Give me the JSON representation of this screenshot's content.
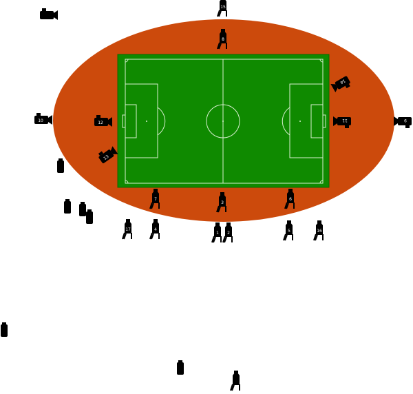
{
  "colors": {
    "background": "#ffffff",
    "track": "#cc4a0c",
    "pitch": "#0f8a00",
    "pitch_border": "#0a6b00",
    "lines": "#d8f0d0",
    "camera": "#000000",
    "camera_label": "#ffffff"
  },
  "cameras": [
    {
      "id": "1",
      "label": "1",
      "type": "tripod-camera"
    },
    {
      "id": "2",
      "label": "2",
      "type": "tripod-camera"
    },
    {
      "id": "3",
      "label": "3",
      "type": "tripod-camera"
    },
    {
      "id": "4",
      "label": "4",
      "type": "tripod-camera"
    },
    {
      "id": "5",
      "label": "5",
      "type": "tripod-camera"
    },
    {
      "id": "6",
      "label": "6",
      "type": "tripod-camera"
    },
    {
      "id": "7",
      "label": "7",
      "type": "tripod-camera"
    },
    {
      "id": "8",
      "label": "8",
      "type": "tripod-camera"
    },
    {
      "id": "9",
      "label": "9",
      "type": "handheld-camera"
    },
    {
      "id": "10",
      "label": "10",
      "type": "handheld-camera"
    },
    {
      "id": "11",
      "label": "11",
      "type": "handheld-camera"
    },
    {
      "id": "12",
      "label": "12",
      "type": "handheld-camera"
    },
    {
      "id": "13",
      "label": "13",
      "type": "handheld-camera"
    },
    {
      "id": "14",
      "label": "14",
      "type": "handheld-camera"
    },
    {
      "id": "15",
      "label": "15",
      "type": "tripod-camera"
    },
    {
      "id": "16",
      "label": "16",
      "type": "tripod-camera"
    },
    {
      "id": "17",
      "label": "17",
      "type": "tripod-camera"
    }
  ],
  "spare_cameras": [
    {
      "id": "spare-a",
      "type": "handheld-camera"
    },
    {
      "id": "spare-b",
      "type": "canister-camera"
    },
    {
      "id": "spare-c",
      "type": "canister-camera"
    },
    {
      "id": "spare-d",
      "type": "canister-camera"
    },
    {
      "id": "spare-e",
      "type": "canister-camera"
    },
    {
      "id": "spare-f",
      "type": "canister-camera"
    },
    {
      "id": "spare-g",
      "type": "canister-camera"
    },
    {
      "id": "spare-h",
      "type": "tripod-camera"
    }
  ]
}
